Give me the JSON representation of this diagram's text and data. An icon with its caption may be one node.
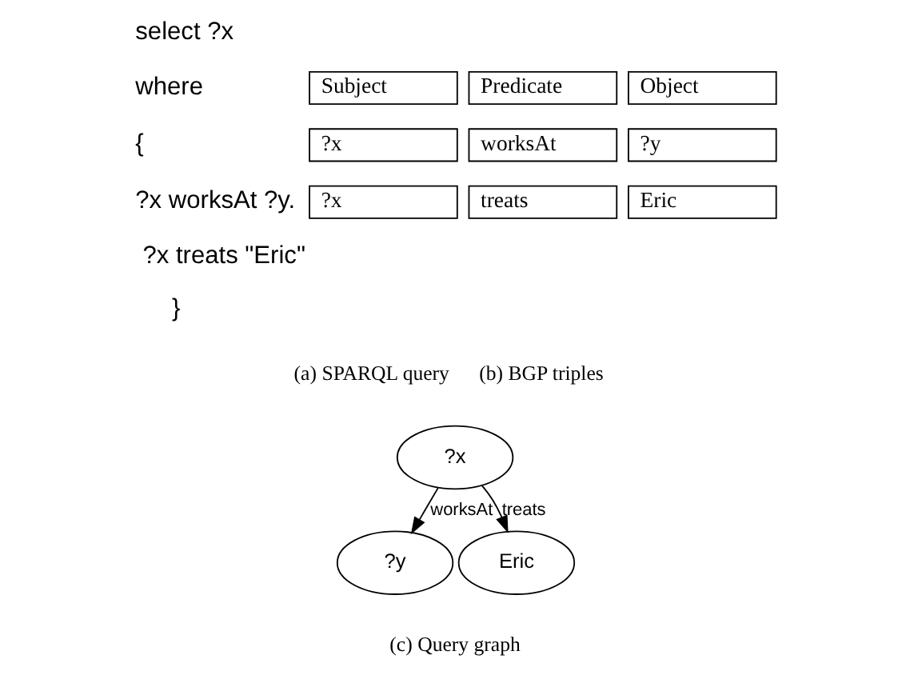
{
  "diagram": {
    "nodes": [
      {
        "text": [
          "?x"
        ]
      },
      {
        "text": [
          "?y"
        ]
      },
      {
        "text": [
          "Eric"
        ]
      }
    ],
    "edges": [
      {
        "from": 0,
        "to": 1,
        "arrow": "to",
        "label": "worksAt"
      },
      {
        "from": 0,
        "to": 2,
        "arrow": "to",
        "label": "treats"
      }
    ],
    "labels": [
      "select ?x",
      "where",
      "{",
      "?x worksAt ?y.",
      "?x treats \"Eric\"",
      "}",
      "Subject",
      "Predicate",
      "Object",
      "?x",
      "worksAt",
      "?y",
      "?x",
      "treats",
      "Eric",
      "(a) SPARQL query",
      "(b) BGP triples",
      "(c) Query graph"
    ]
  }
}
